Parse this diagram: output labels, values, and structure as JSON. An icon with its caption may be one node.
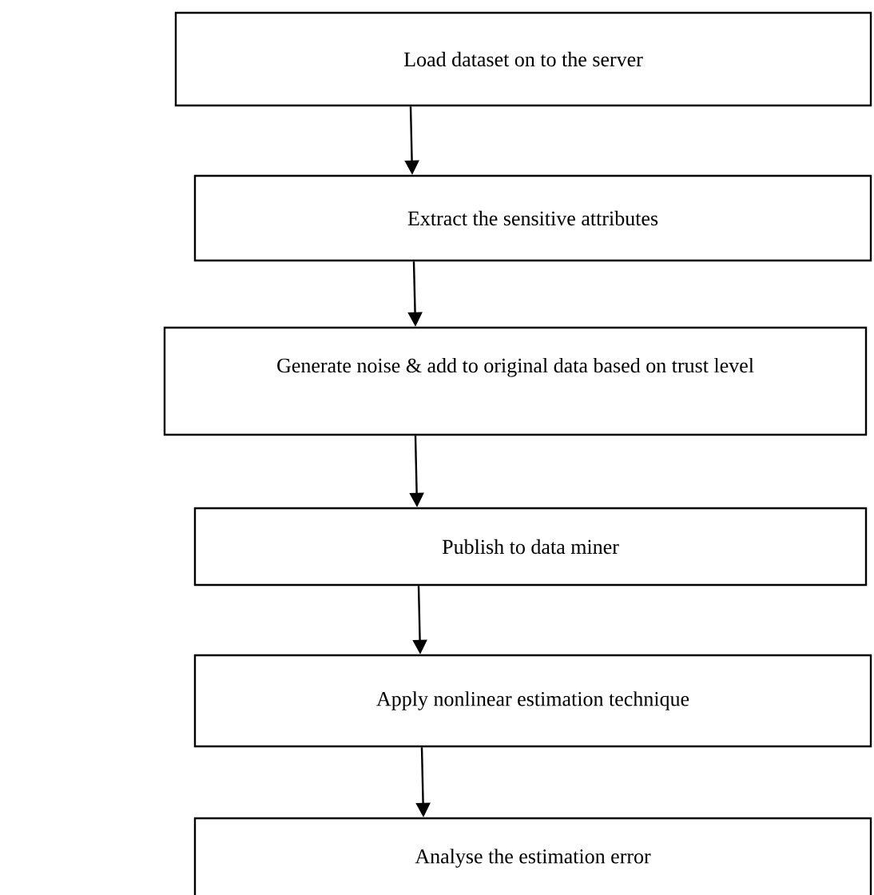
{
  "diagram": {
    "nodes": [
      {
        "text": [
          "Load dataset on to the server"
        ]
      },
      {
        "text": [
          "Extract the sensitive attributes"
        ]
      },
      {
        "text": [
          "Generate noise & add to original data based on trust level"
        ]
      },
      {
        "text": [
          "Publish to data miner"
        ]
      },
      {
        "text": [
          "Apply nonlinear estimation technique"
        ]
      },
      {
        "text": [
          "Analyse the estimation error"
        ]
      }
    ],
    "edges": [
      {
        "from": 0,
        "to": 1,
        "arrow": "to"
      },
      {
        "from": 1,
        "to": 2,
        "arrow": "to"
      },
      {
        "from": 2,
        "to": 3,
        "arrow": "to"
      },
      {
        "from": 3,
        "to": 4,
        "arrow": "to"
      },
      {
        "from": 4,
        "to": 5,
        "arrow": "to"
      }
    ]
  }
}
